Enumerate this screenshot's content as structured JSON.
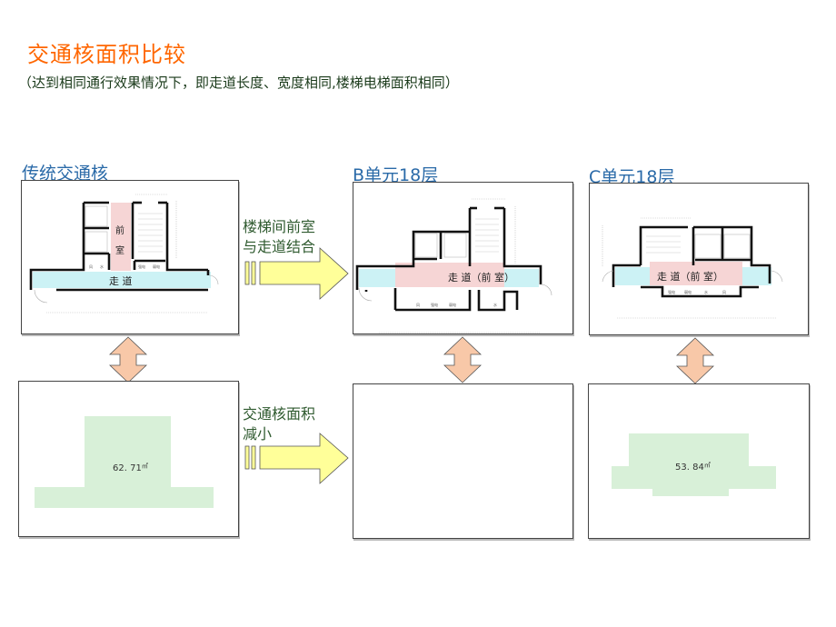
{
  "title": "交通核面积比较",
  "subtitle": "（达到相同通行效果情况下，即走道长度、宽度相同,楼梯电梯面积相同）",
  "colors": {
    "title": "#ff6600",
    "panel_label": "#2a6aa8",
    "note_text": "#2f5a2f",
    "corridor": "#ccf2f5",
    "front_room": "#f6d5d5",
    "area_fill": "#d8f0d8",
    "arrow_yellow": "#ffff99",
    "arrow_peach": "#f8c8a8"
  },
  "panels": [
    {
      "label": "传统交通核",
      "plan": {
        "front_room_label_1": "前",
        "front_room_label_2": "室",
        "corridor_label": "走 道",
        "small_rooms": [
          "风",
          "水",
          "强电",
          "弱电"
        ]
      },
      "area": {
        "value": "62. 71",
        "unit": "㎡"
      }
    },
    {
      "label": "B单元18层",
      "plan": {
        "corridor_label": "走 道（前 室）",
        "small_rooms": [
          "风",
          "强电",
          "弱电",
          "水"
        ]
      },
      "area": null
    },
    {
      "label": "C单元18层",
      "plan": {
        "corridor_label": "走 道（前 室）",
        "small_rooms": [
          "强电",
          "弱电",
          "水",
          "风"
        ]
      },
      "area": {
        "value": "53. 84",
        "unit": "㎡"
      }
    }
  ],
  "notes": [
    {
      "line1": "楼梯间前室",
      "line2": "与走道结合"
    },
    {
      "line1": "交通核面积",
      "line2": "减小"
    }
  ]
}
